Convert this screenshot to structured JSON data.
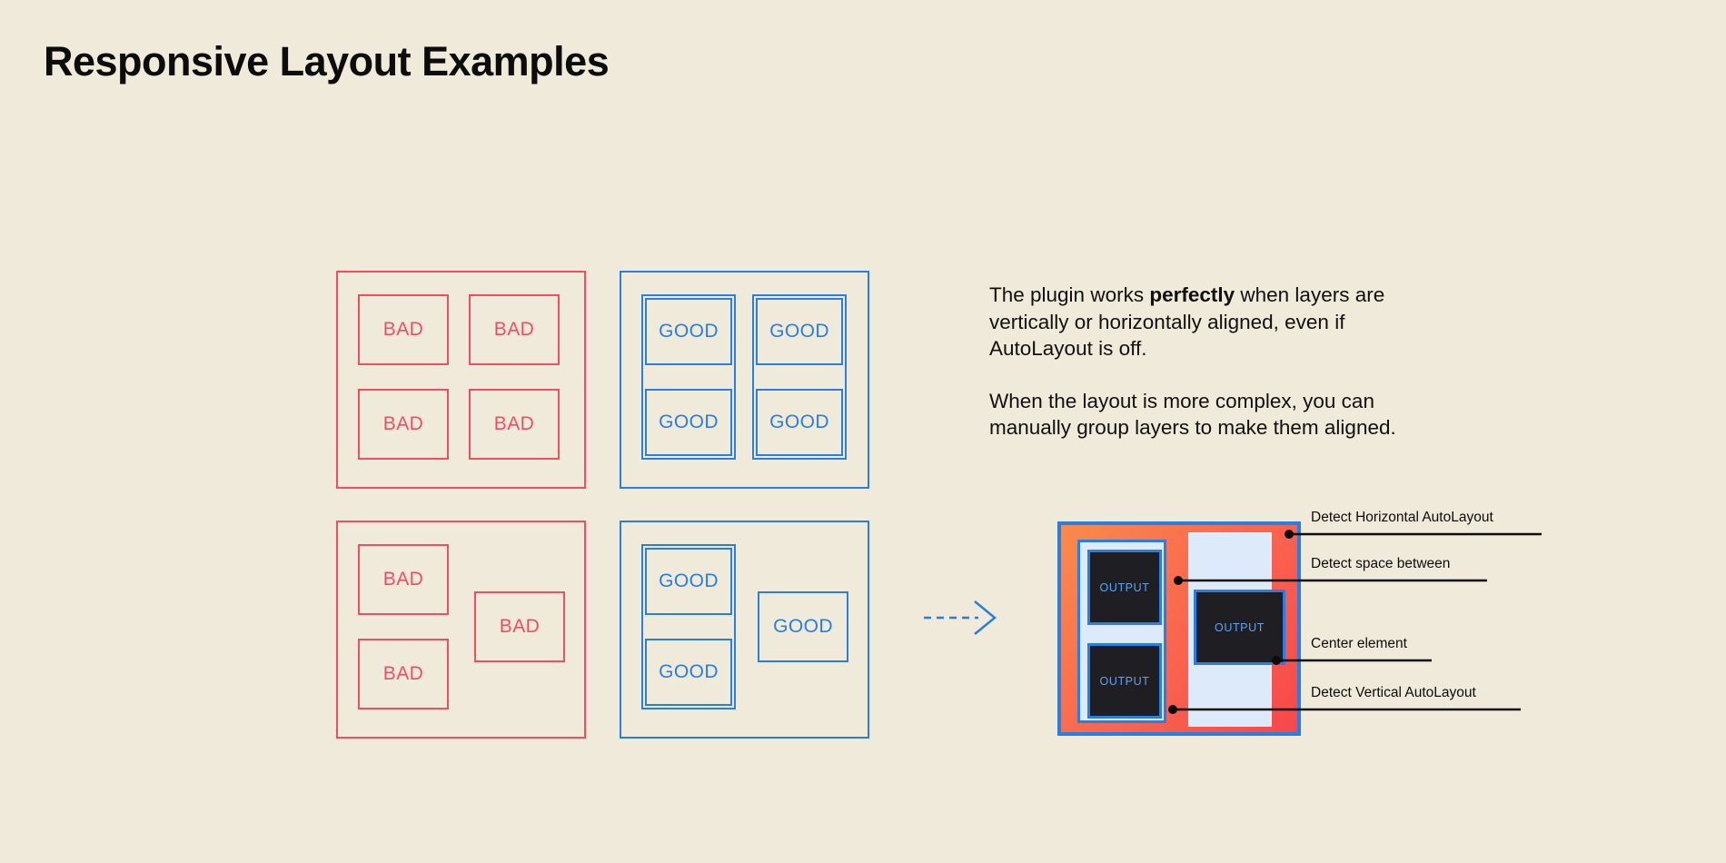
{
  "page": {
    "title": "Responsive Layout Examples",
    "background_color": "#F0EADB",
    "bad_color": "#F04E63",
    "good_color": "#2A7DE1",
    "accent_orange": "#F98B4C",
    "accent_red": "#F8474C",
    "text_color": "#0C0C0C"
  },
  "examples": {
    "panels": [
      {
        "id": "bad-grid",
        "kind": "bad",
        "items": [
          {
            "label": "BAD"
          },
          {
            "label": "BAD"
          },
          {
            "label": "BAD"
          },
          {
            "label": "BAD"
          }
        ]
      },
      {
        "id": "good-grid",
        "kind": "good",
        "items": [
          {
            "label": "GOOD"
          },
          {
            "label": "GOOD"
          },
          {
            "label": "GOOD"
          },
          {
            "label": "GOOD"
          }
        ]
      },
      {
        "id": "bad-complex",
        "kind": "bad",
        "items": [
          {
            "label": "BAD"
          },
          {
            "label": "BAD"
          },
          {
            "label": "BAD"
          }
        ]
      },
      {
        "id": "good-complex",
        "kind": "good",
        "items": [
          {
            "label": "GOOD"
          },
          {
            "label": "GOOD"
          },
          {
            "label": "GOOD"
          }
        ]
      }
    ]
  },
  "arrow": {
    "name": "dashed-arrow-right",
    "color": "#2A7DE1",
    "style": "dashed"
  },
  "copy": {
    "paragraph_1": {
      "before": "The plugin works ",
      "bold": "perfectly",
      "after": " when layers are vertically or horizontally aligned, even if AutoLayout is off."
    },
    "paragraph_2": "When the layout is more complex, you can manually group layers to make them aligned."
  },
  "diagram": {
    "outputs": [
      {
        "label": "OUTPUT"
      },
      {
        "label": "OUTPUT"
      },
      {
        "label": "OUTPUT"
      }
    ],
    "annotations": [
      {
        "label": "Detect Horizontal AutoLayout"
      },
      {
        "label": "Detect space between"
      },
      {
        "label": "Center element"
      },
      {
        "label": "Detect Vertical AutoLayout"
      }
    ]
  }
}
